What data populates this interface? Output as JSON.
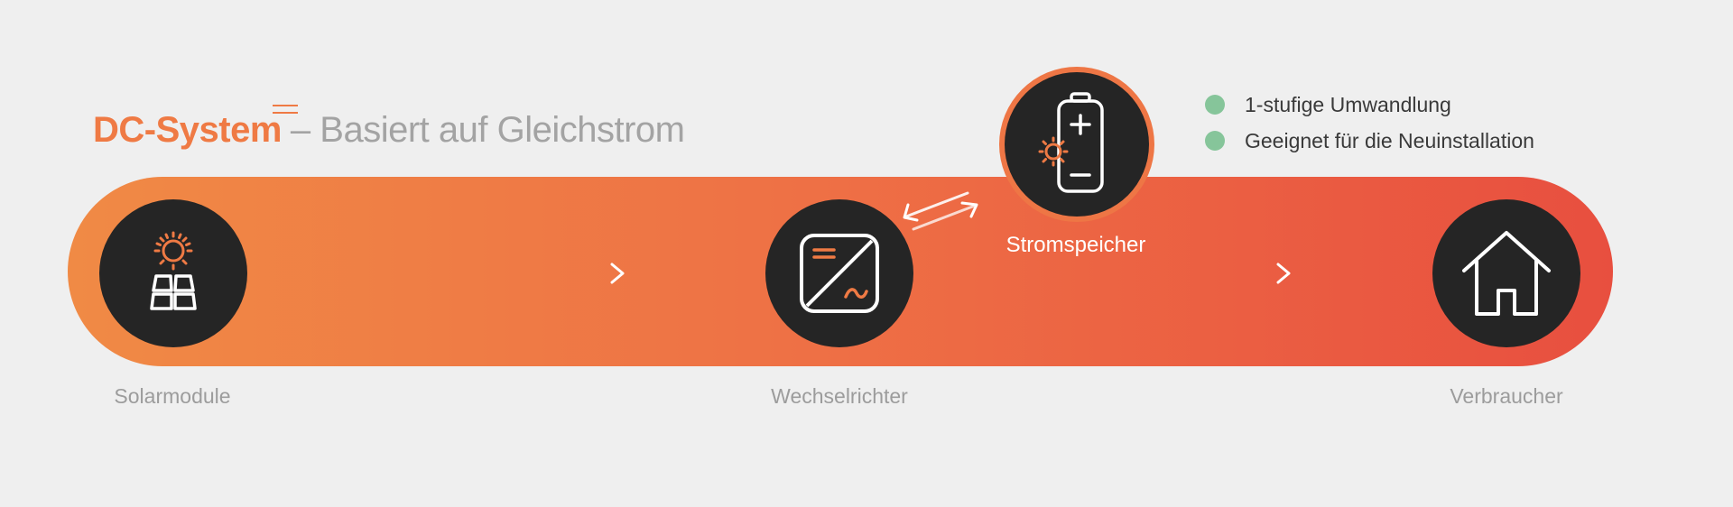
{
  "title": {
    "main": "DC-System",
    "suffix": "– Basiert auf Gleichstrom"
  },
  "benefits": [
    {
      "text": "1-stufige Umwandlung"
    },
    {
      "text": "Geeignet für die Neuinstallation"
    }
  ],
  "nodes": {
    "solar": {
      "label": "Solarmodule",
      "icon": "solar-panel-icon"
    },
    "inverter": {
      "label": "Wechselrichter",
      "icon": "inverter-icon"
    },
    "storage": {
      "label": "Stromspeicher",
      "icon": "battery-icon"
    },
    "consumer": {
      "label": "Verbraucher",
      "icon": "house-icon"
    }
  },
  "colors": {
    "accent": "#ef7a44",
    "band_start": "#f08a45",
    "band_end": "#e84f3f",
    "node_fill": "#252525",
    "benefit_dot": "#86c59a",
    "background": "#efefef"
  }
}
